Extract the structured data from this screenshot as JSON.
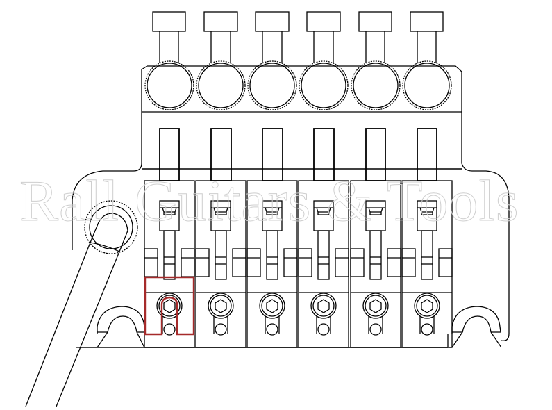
{
  "diagram": {
    "subject": "Locking tremolo bridge (front view) with fine tuners, saddles, string lock screws and tremolo arm",
    "watermark": "Rall Guitars & Tools",
    "colors": {
      "line": "#000000",
      "background": "#ffffff",
      "highlight": "#a52a2a",
      "watermark_stroke": "#cfcfcf"
    },
    "components": {
      "fine_tuners": {
        "count": 6,
        "label": "fine-tuner-knob"
      },
      "saddles": {
        "count": 6,
        "label": "saddle"
      },
      "saddle_lock_screws": {
        "count": 6,
        "icon": "hex-socket-screw"
      },
      "highlighted_saddle_index": 0,
      "highlight_shape": "string-lock-block-outline",
      "tremolo_arm": {
        "present": true,
        "collar": "knurled-arm-nut"
      },
      "knife_edge_pivots": {
        "count": 2
      }
    }
  }
}
